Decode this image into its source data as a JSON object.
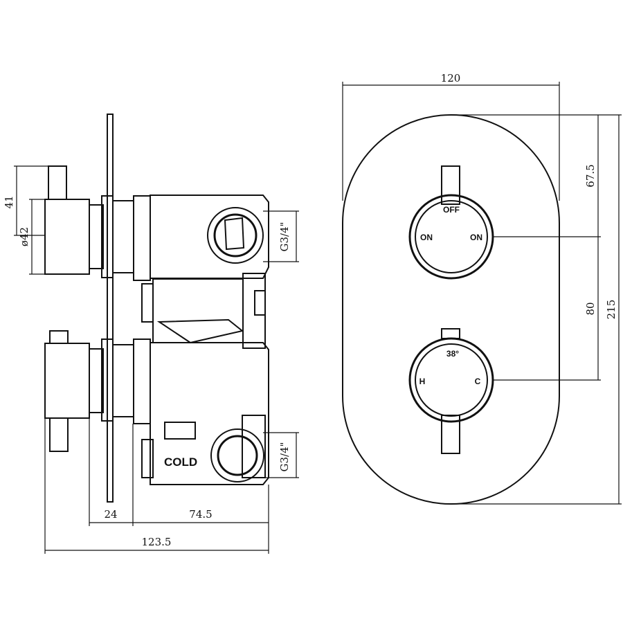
{
  "side_view": {
    "dims": {
      "handle_offset": "41",
      "body_diameter": "ø42",
      "flange_depth": "24",
      "body_depth": "74.5",
      "overall_depth": "123.5",
      "top_outlet_thread": "G3/4\"",
      "bottom_inlet_thread": "G3/4\""
    },
    "labels": {
      "cold_inlet": "COLD"
    }
  },
  "front_view": {
    "dims": {
      "plate_width": "120",
      "top_valve_from_top": "67.5",
      "valve_spacing": "80",
      "plate_height": "215"
    },
    "top_dial": {
      "top_label": "OFF",
      "left_label": "ON",
      "right_label": "ON"
    },
    "bottom_dial": {
      "top_label": "38°",
      "left_label": "H",
      "right_label": "C"
    }
  }
}
